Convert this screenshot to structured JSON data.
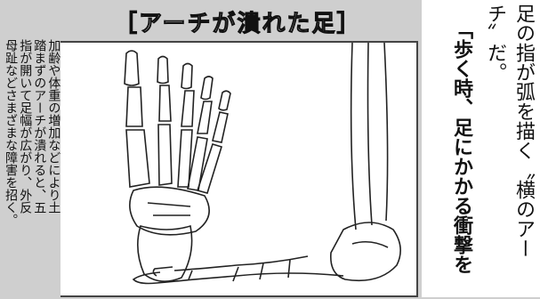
{
  "figure_title": "［アーチが潰れた足］",
  "caption_lines": [
    "加齢や体重の増加などにより土",
    "踏まずのアーチが潰れると、五",
    "指が開いて足幅が広がり、外反",
    "母趾などさまざまな障害を招く。"
  ],
  "article_lines": [
    "足の指が弧を描く〝横のアー",
    "チ〟だ。",
    "「歩く時、足にかかる衝撃を"
  ]
}
